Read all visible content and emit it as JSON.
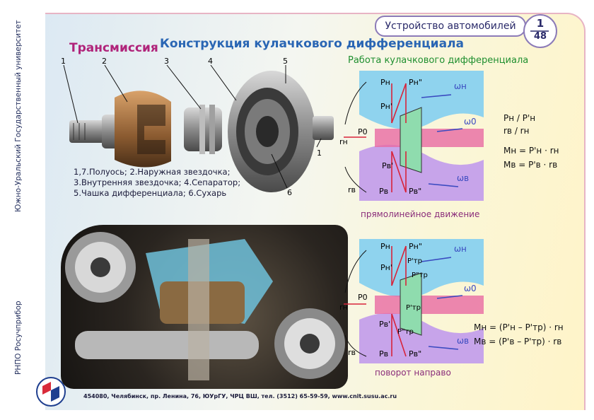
{
  "header": {
    "title": "Устройство автомобилей",
    "page_number": "1",
    "page_sub": "48"
  },
  "titles": {
    "section": "Трансмиссия",
    "subject": "Конструкция кулачкового дифференциала"
  },
  "side": {
    "university": "Южно-Уральский Государственный университет",
    "org": "РНПО Росучприбор"
  },
  "parts": {
    "callouts": [
      "1",
      "2",
      "3",
      "4",
      "5",
      "6",
      "1"
    ],
    "legend": [
      "1,7.Полуось; 2.Наружная звездочка;",
      "3.Внутренняя звездочка; 4.Сепаратор;",
      "5.Чашка дифференциала; 6.Сухарь"
    ]
  },
  "diagram": {
    "title": "Работа кулачкового дифференциала",
    "straight": {
      "caption": "прямолинейное движение",
      "labels": {
        "pn": "Pн",
        "pn2": "Pн\"",
        "pn1": "Pн'",
        "omega_n": "ωн",
        "omega_0": "ω0",
        "p0": "P0",
        "rn": "rн",
        "pv1": "Pв'",
        "rv": "rв",
        "pv": "Pв",
        "pv2": "Pв\"",
        "omega_v": "ωв"
      }
    },
    "turn": {
      "caption": "поворот направо",
      "labels": {
        "pn": "Pн",
        "pn2": "Pн\"",
        "pn1": "Pн'",
        "ptr1": "P'тр",
        "ptr2": "P\"тр",
        "omega_n": "ωн",
        "omega_0": "ω0",
        "p0": "P0",
        "ptr_c": "P'тр",
        "rn": "rн",
        "pv1": "Pв'",
        "ptr_b": "P\"тр",
        "rv": "rв",
        "pv": "Pв",
        "pv2": "Pв\"",
        "omega_v": "ωв"
      }
    },
    "formulas": {
      "ratio_left": "Pн / P'н",
      "ratio_right": "rв / rн",
      "m_n": "Mн = P'н · rн",
      "m_v": "Mв = P'в · rв",
      "m_n_turn": "Mн = (P'н – P'тр) · rн",
      "m_v_turn": "Mв = (P'в – P'тр) · rв"
    }
  },
  "footer": {
    "address": "454080, Челябинск, пр. Ленина, 76, ЮУрГУ, ЧРЦ ВШ, тел. (3512) 65-59-59, www.cnit.susu.ac.ru"
  },
  "colors": {
    "title_section": "#b0237a",
    "title_subject": "#2a66b4",
    "diagram_title": "#1f8f2f",
    "caption": "#8a2d7a",
    "upper_region": "#8fd3ee",
    "lower_region": "#c7a4ea",
    "cam": "#8fdcae",
    "shaft": "#e86aa3",
    "force": "#d8233a",
    "omega": "#3a4ac0"
  }
}
